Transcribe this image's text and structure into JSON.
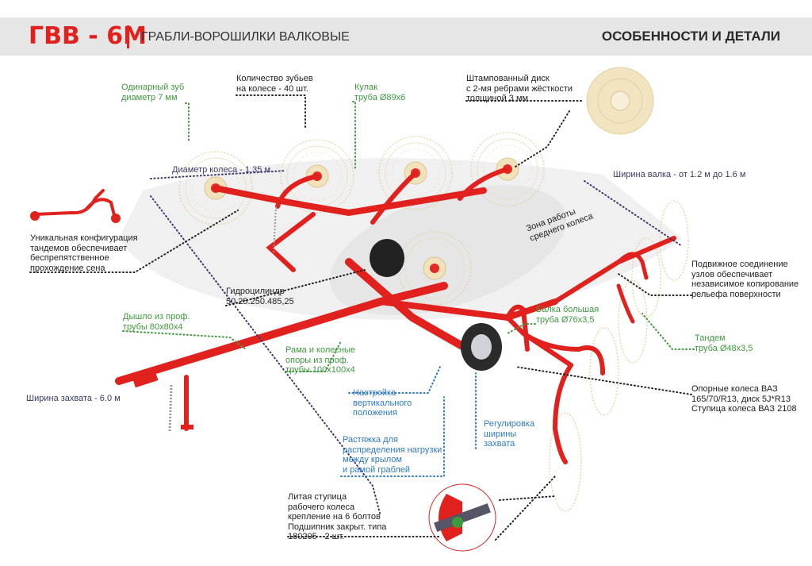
{
  "header": {
    "model": "ГВВ - 6М",
    "subtitle": "ГРАБЛИ-ВОРОШИЛКИ ВАЛКОВЫЕ",
    "section": "ОСОБЕННОСТИ И ДЕТАЛИ"
  },
  "labels": {
    "single_tooth": "Одинарный зуб\nдиаметр 7 мм",
    "teeth_count": "Количество зубьев\nна колесе - 40 шт.",
    "fist": "Кулак\nтруба Ø89х6",
    "stamped_disk": "Штампованный диск\nс 2-мя ребрами жёсткости\nтолщиной 3 мм",
    "wheel_diameter": "Диаметр колеса - 1.35 м",
    "swath_width": "Ширина валка - от 1.2 м до 1.6 м",
    "work_zone": "Зона работы\nсреднего колеса",
    "tandem_config": "Уникальная конфигурация\nтандемов обеспечивает\nбеспрепятственное\nпрохождение сена",
    "movable_joint": "Подвижное соединение\nузлов обеспечивает\nнезависимое копирование\nрельефа поверхности",
    "hydro": "Гидроцилиндр\n50.25.250.485,25",
    "drawbar": "Дышло из проф.\nтрубы 80х80х4",
    "big_beam": "Балка большая\nтруба Ø76х3,5",
    "tandem": "Тандем\nтруба Ø48х3,5",
    "frame": "Рама и колесные\nопоры из проф.\nтрубы 100х100х4",
    "work_width": "Ширина захвата - 6.0 м",
    "support_wheels": "Опорные колеса ВАЗ\n165/70/R13, диск 5J*R13\nСтупица колеса ВАЗ 2108",
    "vertical_adj": "Настройка\nвертикального\nположения",
    "width_adj": "Регулировка\nширины\nзахвата",
    "tension": "Растяжка для\nраспределения нагрузки\nмежду крылом\nи рамой граблей",
    "hub": "Литая ступица\nрабочего колеса\nкрепление на 6 болтов\nПодшипник закрыт. типа\n180205 - 2 шт."
  },
  "colors": {
    "brand_red": "#e0211d",
    "label_green": "#3e9a3e",
    "label_blue": "#2f79c4",
    "tine_cream": "#e8d6a8"
  }
}
